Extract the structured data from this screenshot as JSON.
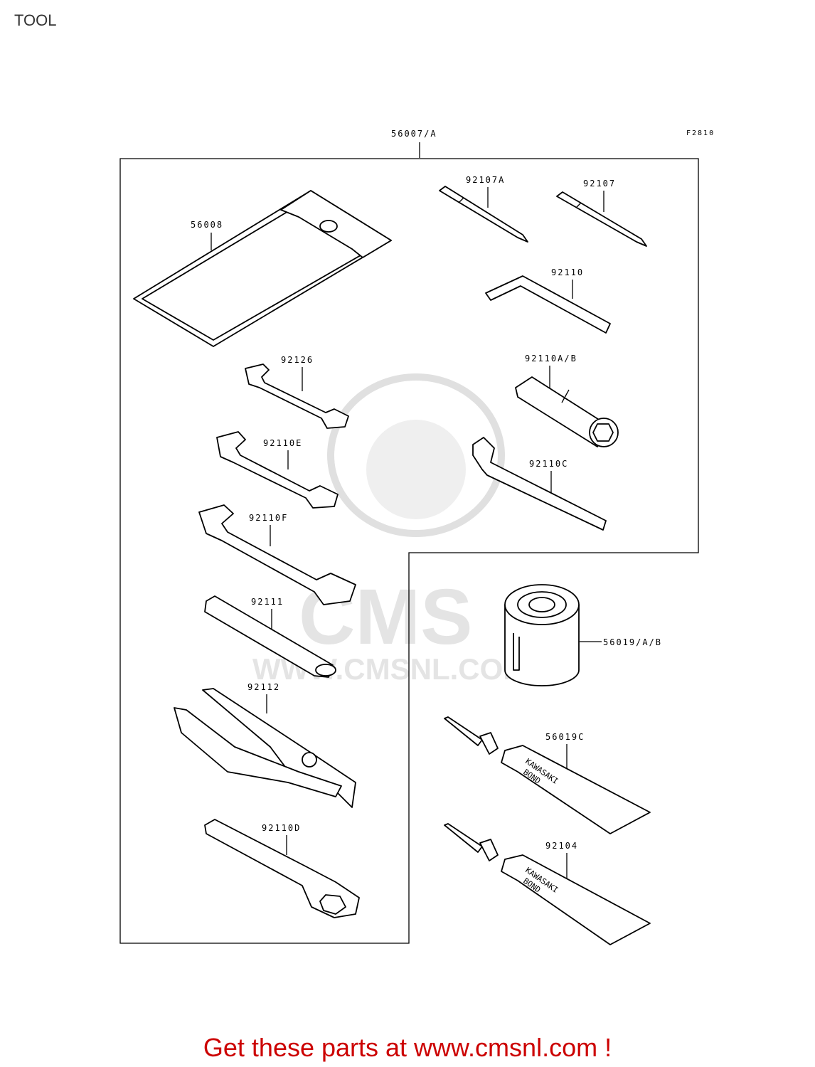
{
  "page": {
    "title": "TOOL",
    "figure_code": "F2810"
  },
  "watermark": {
    "logo_text": "CMS",
    "site_text": "WWW.CMSNL.COM"
  },
  "assembly_label": "56007/A",
  "parts": [
    {
      "id": "56008",
      "label": "56008",
      "name_icon": "tool-pouch-icon"
    },
    {
      "id": "92107A",
      "label": "92107A",
      "name_icon": "screwdriver-bit-icon"
    },
    {
      "id": "92107",
      "label": "92107",
      "name_icon": "screwdriver-bit-icon"
    },
    {
      "id": "92110",
      "label": "92110",
      "name_icon": "hex-key-icon"
    },
    {
      "id": "92110AB",
      "label": "92110A/B",
      "name_icon": "spark-plug-socket-icon"
    },
    {
      "id": "92110C",
      "label": "92110C",
      "name_icon": "hook-spanner-icon"
    },
    {
      "id": "92126",
      "label": "92126",
      "name_icon": "wrench-icon"
    },
    {
      "id": "92110E",
      "label": "92110E",
      "name_icon": "wrench-icon"
    },
    {
      "id": "92110F",
      "label": "92110F",
      "name_icon": "wrench-icon"
    },
    {
      "id": "92111",
      "label": "92111",
      "name_icon": "handle-bar-icon"
    },
    {
      "id": "92112",
      "label": "92112",
      "name_icon": "pliers-icon"
    },
    {
      "id": "92110D",
      "label": "92110D",
      "name_icon": "box-wrench-icon"
    },
    {
      "id": "56019AB",
      "label": "56019/A/B",
      "name_icon": "tape-roll-icon"
    },
    {
      "id": "56019C",
      "label": "56019C",
      "name_icon": "bond-tube-icon"
    },
    {
      "id": "92104",
      "label": "92104",
      "name_icon": "bond-tube-icon"
    }
  ],
  "tube_text": {
    "line1": "KAWASAKI",
    "line2": "BOND"
  },
  "footer": {
    "text": "Get these parts at www.cmsnl.com !"
  },
  "colors": {
    "footer": "#cc0000",
    "watermark": "#e6e6e6",
    "line": "#000000"
  }
}
